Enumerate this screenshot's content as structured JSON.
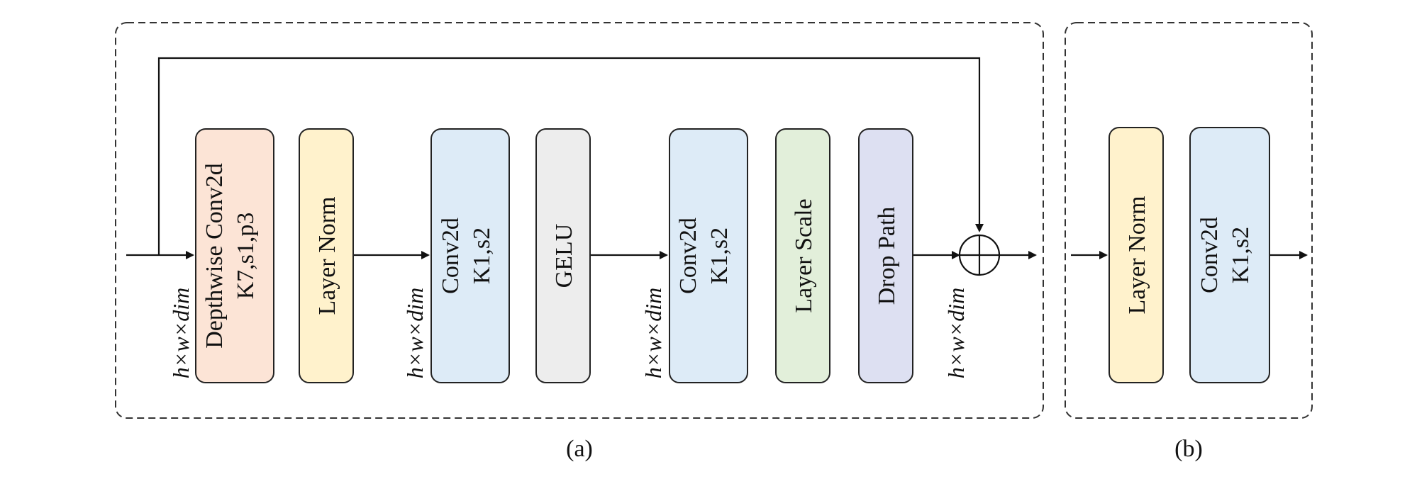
{
  "panel_a": {
    "blocks": [
      {
        "id": "dwconv",
        "line1": "Depthwise Conv2d",
        "line2": "K7,s1,p3",
        "fill": "#fce4d6"
      },
      {
        "id": "ln",
        "line1": "Layer Norm",
        "line2": "",
        "fill": "#fff2cc"
      },
      {
        "id": "conv1",
        "line1": "Conv2d",
        "line2": "K1,s2",
        "fill": "#ddebf7"
      },
      {
        "id": "gelu",
        "line1": "GELU",
        "line2": "",
        "fill": "#ededed"
      },
      {
        "id": "conv2",
        "line1": "Conv2d",
        "line2": "K1,s2",
        "fill": "#ddebf7"
      },
      {
        "id": "lscale",
        "line1": "Layer Scale",
        "line2": "",
        "fill": "#e2efda"
      },
      {
        "id": "dpath",
        "line1": "Drop Path",
        "line2": "",
        "fill": "#dde0f2"
      }
    ],
    "dim_labels": [
      "h×w×dim",
      "h×w×dim",
      "h×w×dim",
      "h×w×dim"
    ],
    "caption": "(a)"
  },
  "panel_b": {
    "blocks": [
      {
        "id": "ln_b",
        "line1": "Layer Norm",
        "line2": "",
        "fill": "#fff2cc"
      },
      {
        "id": "conv_b",
        "line1": "Conv2d",
        "line2": "K1,s2",
        "fill": "#ddebf7"
      }
    ],
    "caption": "(b)"
  }
}
